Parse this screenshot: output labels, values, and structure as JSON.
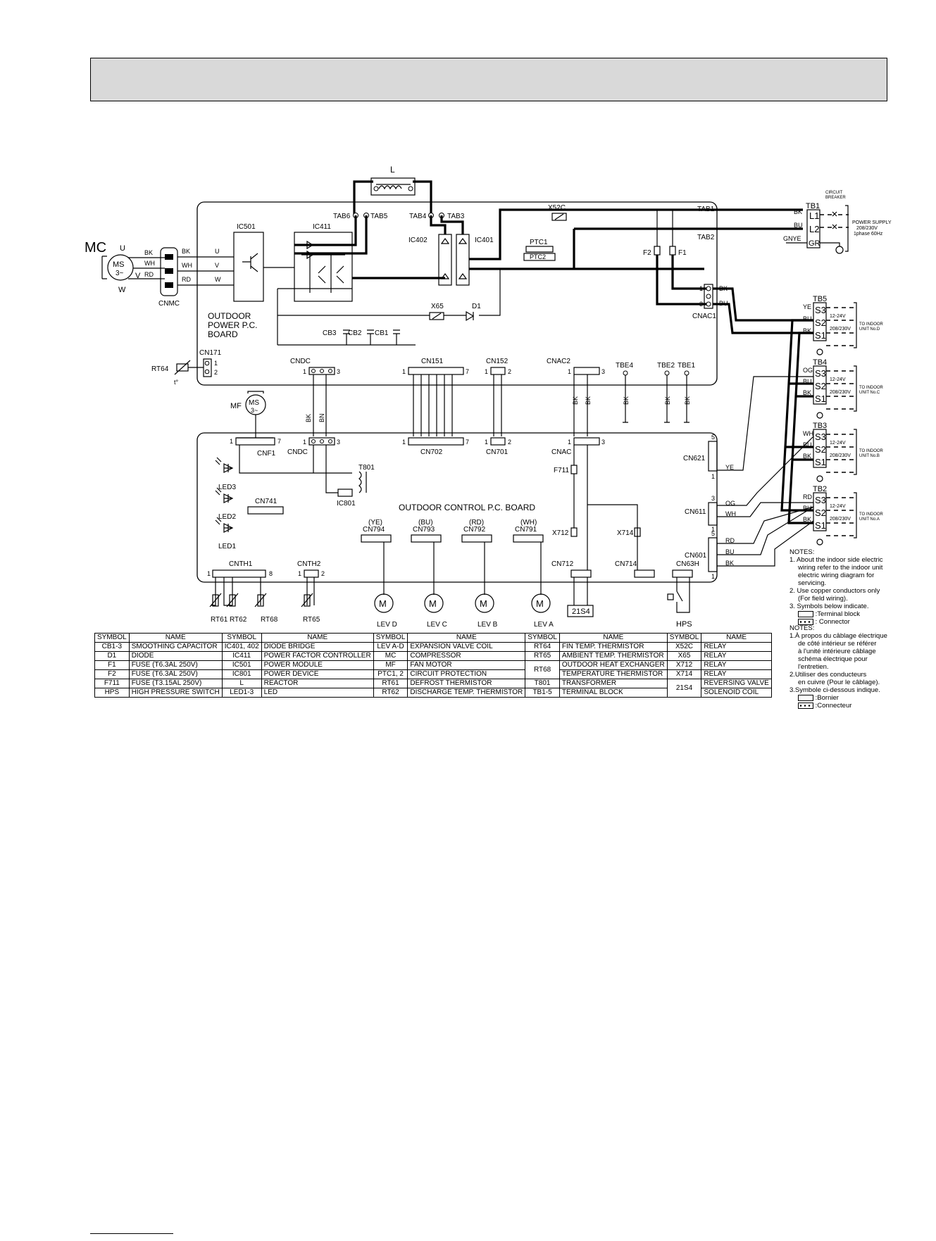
{
  "diagram": {
    "outdoor_power_board": [
      "OUTDOOR",
      "POWER P.C.",
      "BOARD"
    ],
    "outdoor_control_board": "OUTDOOR CONTROL P.C. BOARD",
    "power_supply": [
      "POWER SUPPLY",
      "208/230V",
      "1phase 60Hz"
    ],
    "circuit_breaker": [
      "CIRCUIT",
      "BREAKER"
    ],
    "to_indoor": [
      {
        "tb": "TB5",
        "unit": "UNIT No.D",
        "s3_wire": "YE"
      },
      {
        "tb": "TB4",
        "unit": "UNIT No.C",
        "s3_wire": "OG"
      },
      {
        "tb": "TB3",
        "unit": "UNIT No.B",
        "s3_wire": "WH"
      },
      {
        "tb": "TB2",
        "unit": "UNIT No.A",
        "s3_wire": "RD"
      }
    ],
    "to_indoor_label": "TO INDOOR",
    "voltage_low": "12-24V",
    "voltage_high": "208/230V",
    "components": {
      "mc": "MC",
      "ms": "MS",
      "ms_phase": "3~",
      "mf": "MF",
      "l": "L",
      "ic501": "IC501",
      "ic411": "IC411",
      "ic402": "IC402",
      "ic401": "IC401",
      "tab1": "TAB1",
      "tab2": "TAB2",
      "tab3": "TAB3",
      "tab4": "TAB4",
      "tab5": "TAB5",
      "tab6": "TAB6",
      "x52c": "X52C",
      "x65": "X65",
      "d1": "D1",
      "ptc1": "PTC1",
      "ptc2": "PTC2",
      "f1": "F1",
      "f2": "F2",
      "f711": "F711",
      "cb1": "CB1",
      "cb2": "CB2",
      "cb3": "CB3",
      "cnmc": "CNMC",
      "cn171": "CN171",
      "cndc": "CNDC",
      "cn151": "CN151",
      "cn152": "CN152",
      "cnac2": "CNAC2",
      "cnac1": "CNAC1",
      "cnac": "CNAC",
      "tbe1": "TBE1",
      "tbe2": "TBE2",
      "tbe4": "TBE4",
      "cnf1": "CNF1",
      "cn702": "CN702",
      "cn701": "CN701",
      "cn621": "CN621",
      "cn611": "CN611",
      "cn601": "CN601",
      "cn63h": "CN63H",
      "cn741": "CN741",
      "t801": "T801",
      "ic801": "IC801",
      "led1": "LED1",
      "led2": "LED2",
      "led3": "LED3",
      "cnth1": "CNTH1",
      "cnth2": "CNTH2",
      "cn712": "CN712",
      "cn714": "CN714",
      "x712": "X712",
      "x714": "X714",
      "rt61": "RT61",
      "rt62": "RT62",
      "rt68": "RT68",
      "rt65": "RT65",
      "rt64": "RT64",
      "lev_d": "LEV D",
      "lev_c": "LEV C",
      "lev_b": "LEV B",
      "lev_a": "LEV A",
      "cn794": "CN794",
      "cn793": "CN793",
      "cn792": "CN792",
      "cn791": "CN791",
      "cn794_color": "(YE)",
      "cn793_color": "(BU)",
      "cn792_color": "(RD)",
      "cn791_color": "(WH)",
      "s21s4": "21S4",
      "hps": "HPS",
      "tb1": "TB1",
      "l1": "L1",
      "l2": "L2",
      "gr": "GR",
      "tstar": "t°"
    }
  },
  "symbols_table": {
    "headers": [
      "SYMBOL",
      "NAME",
      "SYMBOL",
      "NAME",
      "SYMBOL",
      "NAME",
      "SYMBOL",
      "NAME",
      "SYMBOL",
      "NAME"
    ],
    "rows": [
      [
        "CB1-3",
        "SMOOTHING CAPACITOR",
        "IC401, 402",
        "DIODE BRIDGE",
        "LEV A-D",
        "EXPANSION VALVE COIL",
        "RT64",
        "FIN TEMP. THERMISTOR",
        "X52C",
        "RELAY"
      ],
      [
        "D1",
        "DIODE",
        "IC411",
        "POWER FACTOR CONTROLLER",
        "MC",
        "COMPRESSOR",
        "RT65",
        "AMBIENT TEMP. THERMISTOR",
        "X65",
        "RELAY"
      ],
      [
        "F1",
        "FUSE (T6.3AL 250V)",
        "IC501",
        "POWER MODULE",
        "MF",
        "FAN MOTOR",
        "RT68",
        "OUTDOOR HEAT EXCHANGER",
        "X712",
        "RELAY"
      ],
      [
        "F2",
        "FUSE (T6.3AL 250V)",
        "IC801",
        "POWER DEVICE",
        "PTC1, 2",
        "CIRCUIT PROTECTION",
        "",
        "TEMPERATURE THERMISTOR",
        "X714",
        "RELAY"
      ],
      [
        "F711",
        "FUSE (T3.15AL 250V)",
        "L",
        "REACTOR",
        "RT61",
        "DEFROST THERMISTOR",
        "T801",
        "TRANSFORMER",
        "21S4",
        "REVERSING VALVE"
      ],
      [
        "HPS",
        "HIGH PRESSURE SWITCH",
        "LED1-3",
        "LED",
        "RT62",
        "DISCHARGE TEMP. THERMISTOR",
        "TB1-5",
        "TERMINAL BLOCK",
        "",
        "SOLENOID COIL"
      ]
    ]
  },
  "notes_en": {
    "title": "NOTES:",
    "lines": [
      "1. About the indoor side electric",
      "wiring refer to the indoor unit",
      "electric wiring diagram for",
      "servicing.",
      "2. Use copper conductors only",
      "(For field wiring).",
      "3. Symbols below indicate.",
      ":Terminal block",
      ": Connector"
    ]
  },
  "notes_fr": {
    "title": "NOTES:",
    "lines": [
      "1.À propos du câblage électrique",
      "de côté intérieur se référer",
      "à l'unité intérieure câblage",
      "schéma électrique pour",
      "l'entretien.",
      "2.Utiliser des conducteurs",
      "en cuivre (Pour le câblage).",
      "3.Symbole ci-dessous indique.",
      ":Bornier",
      ":Connecteur"
    ]
  }
}
